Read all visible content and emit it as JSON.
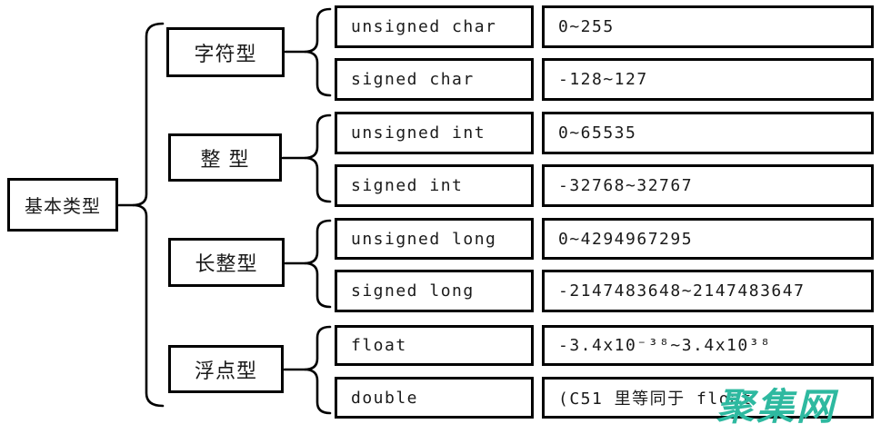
{
  "root": {
    "label": "基本类型"
  },
  "groups": [
    {
      "label": "字符型",
      "types": [
        {
          "name": "unsigned char",
          "range": "0~255"
        },
        {
          "name": "signed char",
          "range": "-128~127"
        }
      ]
    },
    {
      "label": "整 型",
      "types": [
        {
          "name": "unsigned int",
          "range": "0~65535"
        },
        {
          "name": "signed int",
          "range": "-32768~32767"
        }
      ]
    },
    {
      "label": "长整型",
      "types": [
        {
          "name": "unsigned long",
          "range": "0~4294967295"
        },
        {
          "name": "signed long",
          "range": "-2147483648~2147483647"
        }
      ]
    },
    {
      "label": "浮点型",
      "types": [
        {
          "name": "float",
          "range": "-3.4x10⁻³⁸~3.4x10³⁸"
        },
        {
          "name": "double",
          "range": "(C51 里等同于 float"
        }
      ]
    }
  ],
  "watermark": {
    "text": "聚集网",
    "color": "#2EB9A0"
  },
  "colors": {
    "line": "#000000",
    "background": "#FFFFFF",
    "text": "#1A1A1A"
  }
}
